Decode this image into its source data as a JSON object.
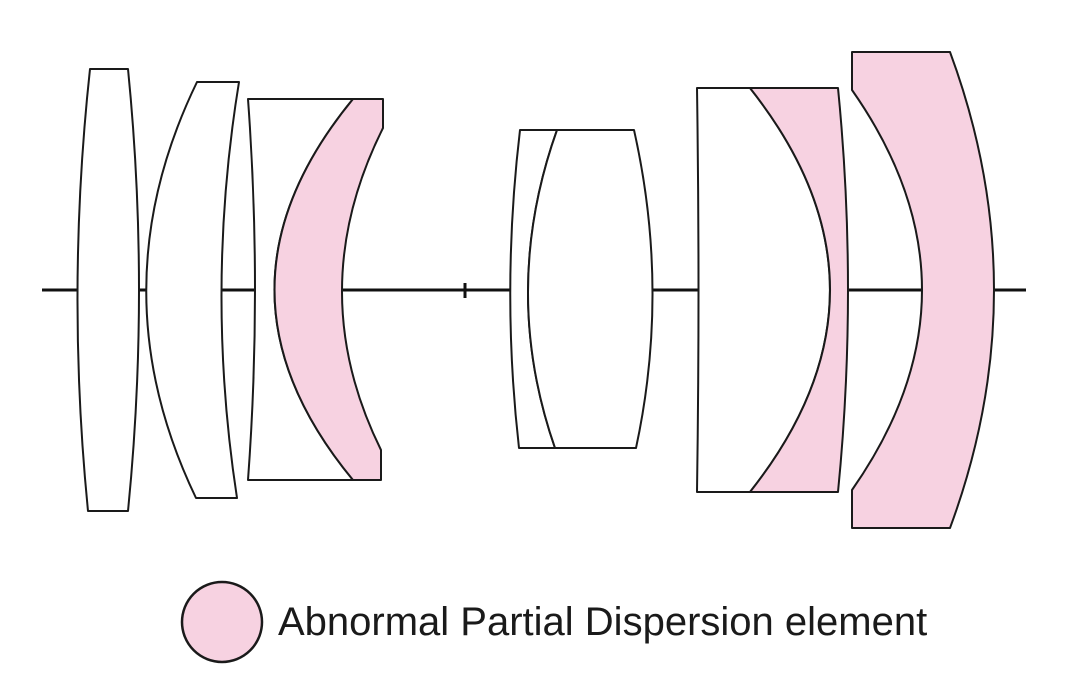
{
  "colors": {
    "apd_fill": "#f7d2e1",
    "normal_fill": "#ffffff",
    "stroke": "#1a1a1a",
    "axis": "#111111"
  },
  "legend": {
    "label": "Abnormal Partial Dispersion element"
  },
  "elements": [
    {
      "id": 1,
      "group": 1,
      "apd": false
    },
    {
      "id": 2,
      "group": 1,
      "apd": false
    },
    {
      "id": 3,
      "group": 1,
      "apd": false
    },
    {
      "id": 4,
      "group": 1,
      "apd": true
    },
    {
      "id": 5,
      "group": 2,
      "apd": false
    },
    {
      "id": 6,
      "group": 2,
      "apd": false
    },
    {
      "id": 7,
      "group": 2,
      "apd": false
    },
    {
      "id": 8,
      "group": 2,
      "apd": true
    },
    {
      "id": 9,
      "group": 2,
      "apd": true
    }
  ]
}
